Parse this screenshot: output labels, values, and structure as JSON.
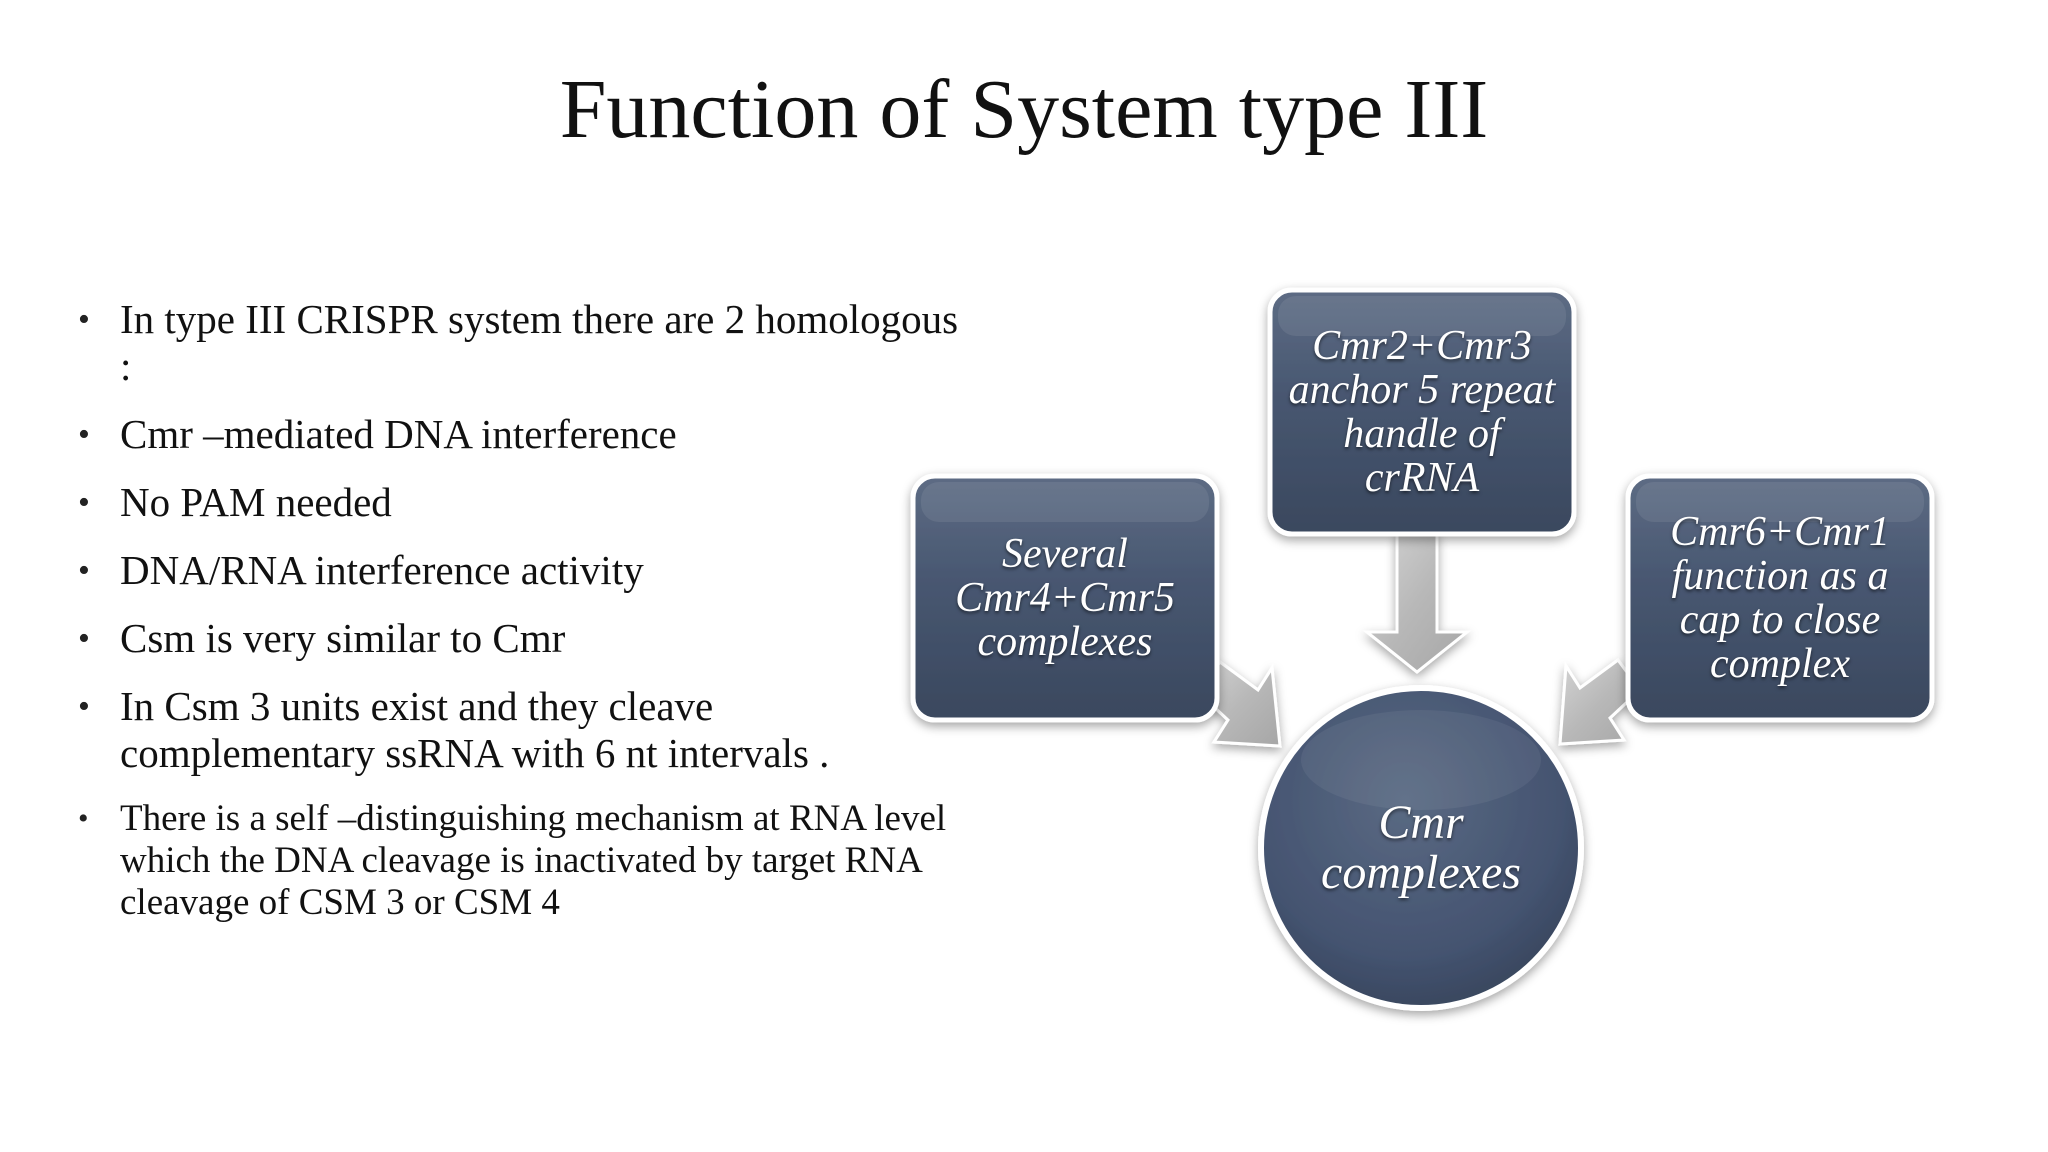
{
  "slide": {
    "title": "Function of System type III",
    "bullets": [
      "In type III CRISPR system there are 2 homologous :",
      "Cmr –mediated DNA interference",
      "No PAM needed",
      "DNA/RNA  interference activity",
      "Csm is very similar to Cmr",
      " In Csm 3 units exist and they cleave complementary ssRNA with 6 nt intervals .",
      "There is a  self –distinguishing mechanism at RNA level which the DNA cleavage is inactivated by target RNA cleavage of CSM 3 or CSM 4"
    ]
  },
  "diagram": {
    "colors": {
      "node_fill": "#415066",
      "node_fill_light": "#5a6a82",
      "arrow_fill": "#bcbcbc",
      "text": "#ffffff"
    },
    "center": {
      "label": "Cmr complexes"
    },
    "nodes": {
      "top": {
        "label": "Cmr2+Cmr3 anchor 5 repeat handle of crRNA"
      },
      "left": {
        "label": "Several Cmr4+Cmr5 complexes"
      },
      "right": {
        "label": "Cmr6+Cmr1 function as a cap to close complex"
      }
    }
  }
}
